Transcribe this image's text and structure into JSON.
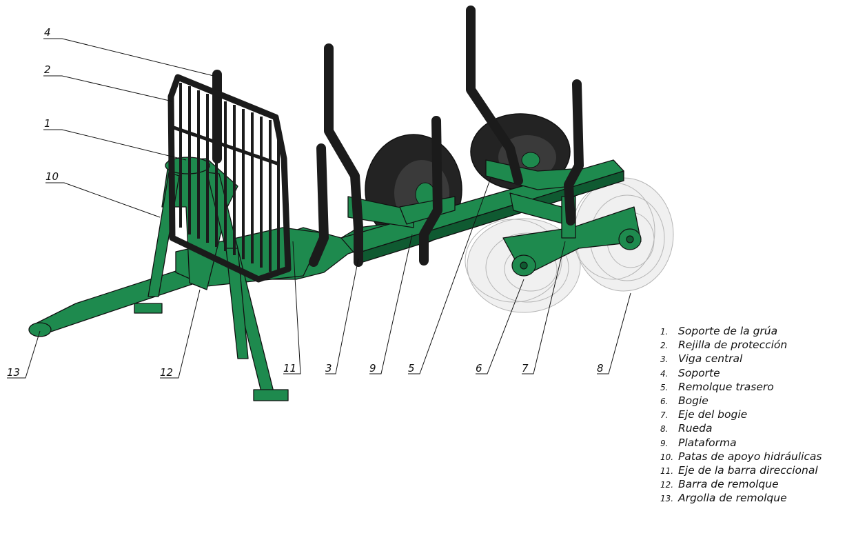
{
  "colors": {
    "frame": "#1e8a4e",
    "frame_dark": "#0f5a31",
    "tire": "#232323",
    "outline": "#111111",
    "ghost_wheel": "#cfcfcf"
  },
  "legend": [
    {
      "number": "1.",
      "text": "Soporte de la grúa"
    },
    {
      "number": "2.",
      "text": "Rejilla de protección"
    },
    {
      "number": "3.",
      "text": "Viga central"
    },
    {
      "number": "4.",
      "text": "Soporte"
    },
    {
      "number": "5.",
      "text": "Remolque trasero"
    },
    {
      "number": "6.",
      "text": "Bogie"
    },
    {
      "number": "7.",
      "text": "Eje del bogie"
    },
    {
      "number": "8.",
      "text": "Rueda"
    },
    {
      "number": "9.",
      "text": "Plataforma"
    },
    {
      "number": "10.",
      "text": "Patas de apoyo hidráulicas"
    },
    {
      "number": "11.",
      "text": "Eje de la barra direccional"
    },
    {
      "number": "12.",
      "text": "Barra de remolque"
    },
    {
      "number": "13.",
      "text": "Argolla de remolque"
    }
  ],
  "callouts": [
    {
      "label": "4"
    },
    {
      "label": "2"
    },
    {
      "label": "1"
    },
    {
      "label": "10"
    },
    {
      "label": "13"
    },
    {
      "label": "12"
    },
    {
      "label": "11"
    },
    {
      "label": "3"
    },
    {
      "label": "9"
    },
    {
      "label": "5"
    },
    {
      "label": "6"
    },
    {
      "label": "7"
    },
    {
      "label": "8"
    }
  ]
}
